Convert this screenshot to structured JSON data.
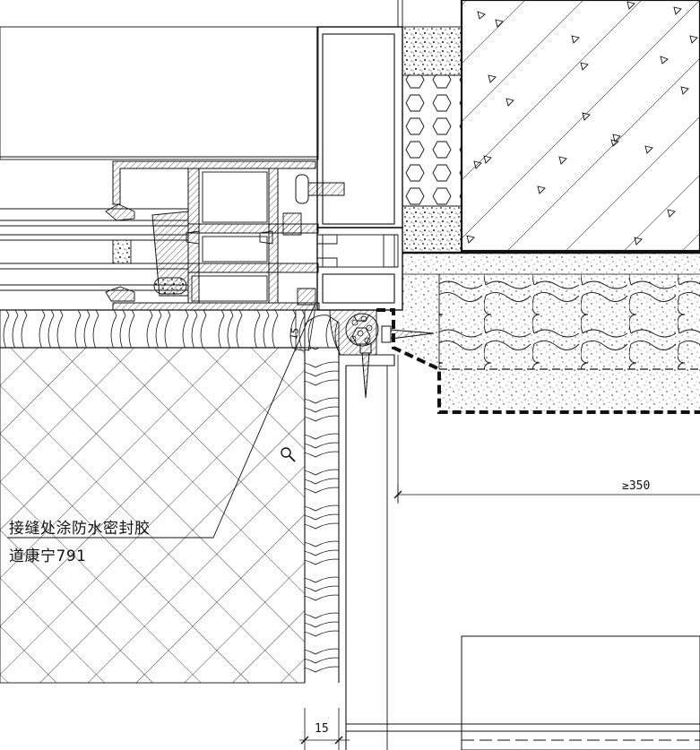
{
  "annotations": {
    "note_line1": "接缝处涂防水密封胶",
    "note_line2": "道康宁791",
    "angle_value": "15"
  },
  "dimensions": {
    "min_width": "≥350",
    "gap_width": "15"
  },
  "icons": {
    "cursor": "magnifier-icon"
  },
  "colors": {
    "ink": "#111111",
    "paper": "#ffffff"
  }
}
